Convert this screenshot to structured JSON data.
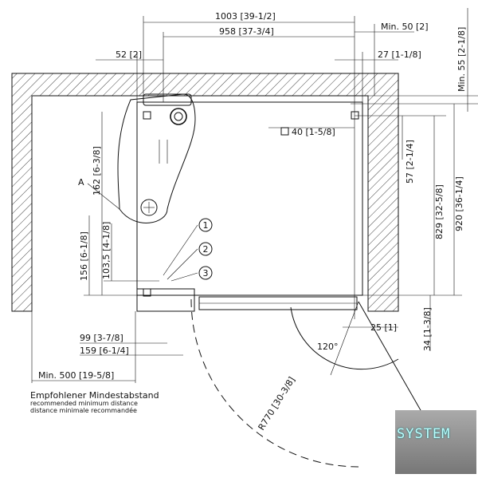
{
  "dimensions": {
    "width_total": "1003 [39-1/2]",
    "width_inner": "958 [37-3/4]",
    "min_right": "Min. 50 [2]",
    "left_offset": "52 [2]",
    "right_offset": "27 [1-1/8]",
    "min_top": "Min. 55 [2-1/8]",
    "square": "40 [1-5/8]",
    "d57": "57 [2-1/4]",
    "d829": "829 [32-5/8]",
    "d920": "920 [36-1/4]",
    "d162": "162 [6-3/8]",
    "d156": "156 [6-1/8]",
    "d103": "103,5 [4-1/8]",
    "d99": "99 [3-7/8]",
    "d159": "159 [6-1/4]",
    "d25": "25 [1]",
    "d34": "34 [1-3/8]",
    "angle": "120°",
    "radius": "R770 [30-3/8]",
    "min_left": "Min. 500 [19-5/8]"
  },
  "labels": {
    "area": "A",
    "callouts": [
      "1",
      "2",
      "3"
    ]
  },
  "note": {
    "de": "Empfohlener Mindestabstand",
    "en": "recommended minimum distance",
    "fr": "distance minimale recommandée"
  },
  "logo": {
    "text": "SYSTEM"
  }
}
